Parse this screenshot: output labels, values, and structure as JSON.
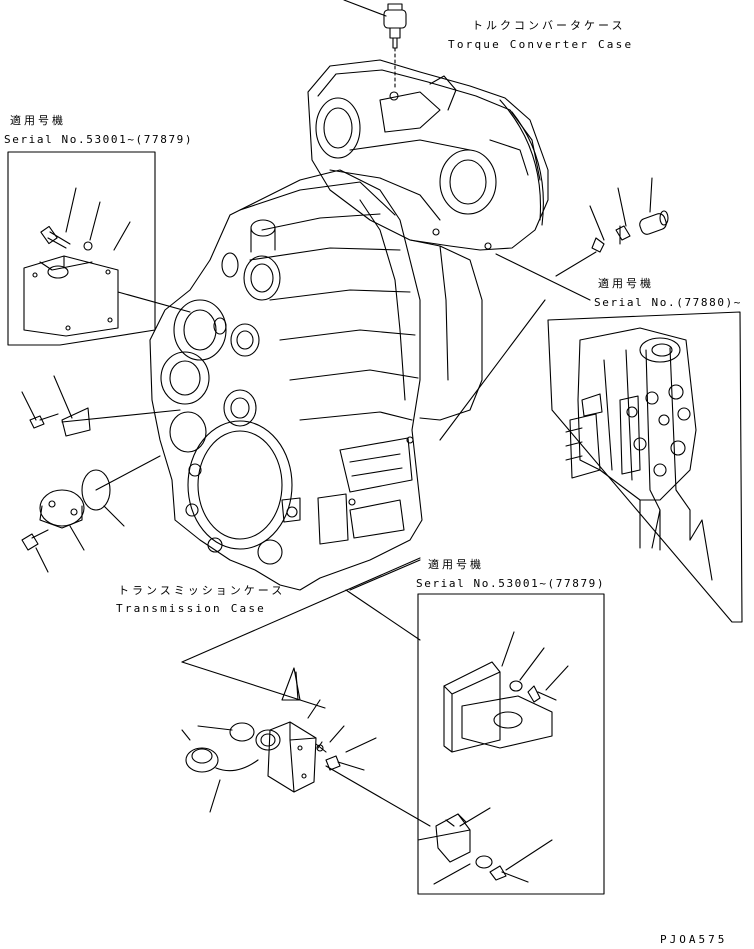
{
  "labels": {
    "torque_converter_case_jp": "トルクコンバータケース",
    "torque_converter_case_en": "Torque Converter Case",
    "serial_top_left_jp": "適用号機",
    "serial_top_left_en": "Serial No.53001~(77879)",
    "serial_right_jp": "適用号機",
    "serial_right_en": "Serial No.(77880)~",
    "transmission_case_jp": "トランスミッションケース",
    "transmission_case_en": "Transmission Case",
    "serial_bottom_jp": "適用号機",
    "serial_bottom_en": "Serial No.53001~(77879)",
    "drawing_code": "PJOA575"
  }
}
